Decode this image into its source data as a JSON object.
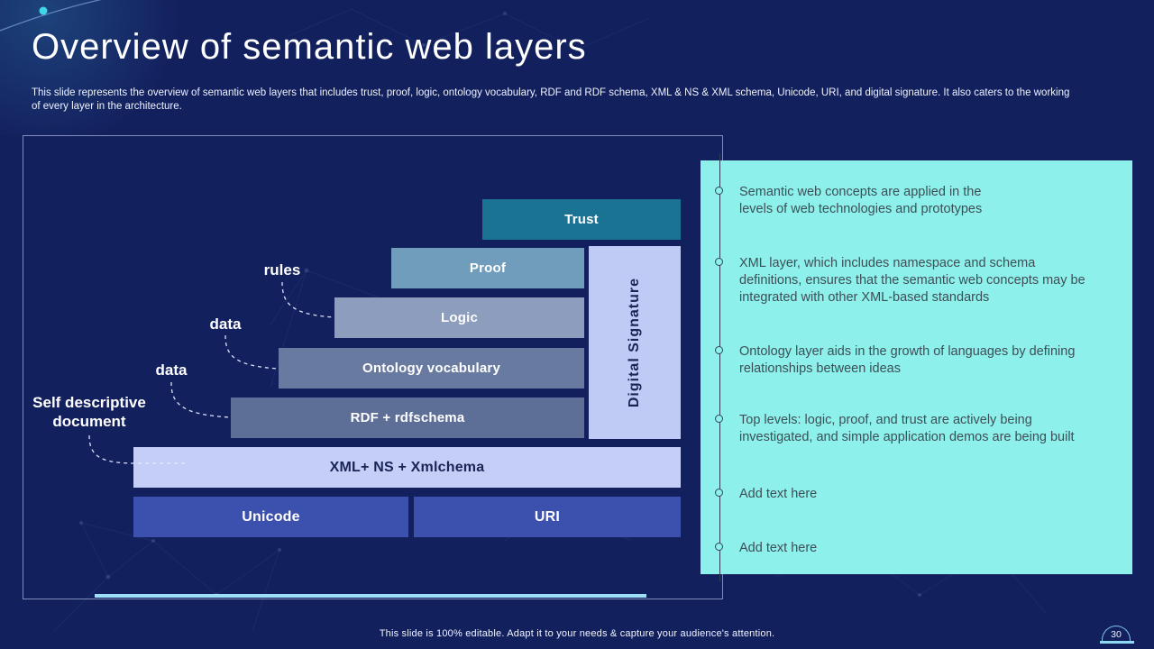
{
  "slide": {
    "title": "Overview of semantic web layers",
    "subtitle": "This slide represents the overview of semantic web layers that includes trust, proof, logic, ontology vocabulary, RDF and RDF schema, XML & NS & XML schema, Unicode, URI, and digital signature. It also caters to the working\nof every layer in the architecture.",
    "footer": "This slide is 100% editable.  Adapt it to your needs & capture your audience's attention.",
    "page_number": "30"
  },
  "diagram": {
    "layers": [
      {
        "id": "trust",
        "label": "Trust",
        "color": "#1b7394"
      },
      {
        "id": "proof",
        "label": "Proof",
        "color": "#719dbd"
      },
      {
        "id": "digital-signature",
        "label": "Digital Signature",
        "color": "#c0cbf5"
      },
      {
        "id": "logic",
        "label": "Logic",
        "color": "#8c9dbd"
      },
      {
        "id": "ontology-vocabulary",
        "label": "Ontology vocabulary",
        "color": "#697aa1"
      },
      {
        "id": "rdf-rdfschema",
        "label": "RDF + rdfschema",
        "color": "#5e6f97"
      },
      {
        "id": "xml-ns-xmlschema",
        "label": "XML+ NS + Xmlchema",
        "color": "#c5cef6"
      },
      {
        "id": "unicode",
        "label": "Unicode",
        "color": "#3c50ae"
      },
      {
        "id": "uri",
        "label": "URI",
        "color": "#3c50ae"
      }
    ],
    "annotations": [
      {
        "id": "rules",
        "label": "rules"
      },
      {
        "id": "data-logic",
        "label": "data"
      },
      {
        "id": "data-ontology",
        "label": "data"
      },
      {
        "id": "self-descriptive-document",
        "label": "Self descriptive document"
      }
    ]
  },
  "panel": {
    "background": "#8ef0ea",
    "bullets": [
      "Semantic web concepts are applied in the\nlevels of web technologies and prototypes",
      "XML layer, which includes namespace and schema\ndefinitions, ensures that the semantic web concepts may be\nintegrated with other XML-based standards",
      "Ontology layer aids in the growth of languages by defining\nrelationships between ideas",
      "Top levels: logic, proof, and trust are actively being\ninvestigated, and simple application demos are being built",
      "Add text here",
      "Add text here"
    ]
  },
  "colors": {
    "background": "#13205e",
    "accent_cyan": "#9ddff7",
    "panel_cyan": "#8ef0ea",
    "trust_teal": "#1b7394",
    "royal_blue": "#3c50ae",
    "periwinkle": "#c5cef6",
    "bullet_text": "#3e4e58"
  }
}
